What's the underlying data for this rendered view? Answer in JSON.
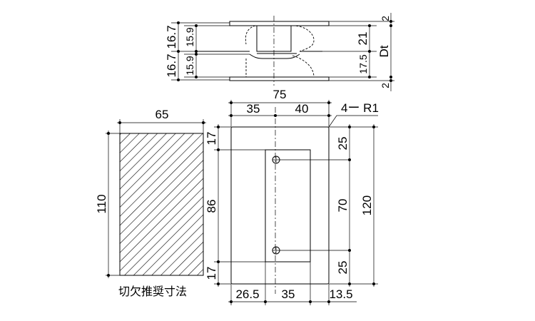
{
  "side_view": {
    "dims_left_outer": [
      "16.7",
      "16.7"
    ],
    "dims_left_inner": [
      "15.9",
      "15.9"
    ],
    "dims_right": [
      "2",
      "21",
      "17.5",
      "2"
    ],
    "dt_label": "Dt"
  },
  "cutout": {
    "width": "65",
    "height": "110",
    "caption": "切欠推奨寸法"
  },
  "plate": {
    "width": "75",
    "top_left": "35",
    "top_right": "40",
    "corner_label": "4ー R1",
    "left_top": "17",
    "left_mid": "86",
    "left_bottom": "17",
    "right_top": "25",
    "right_mid": "70",
    "right_bottom": "25",
    "height": "120",
    "bottom_1": "26.5",
    "bottom_2": "35",
    "bottom_3": "13.5"
  }
}
